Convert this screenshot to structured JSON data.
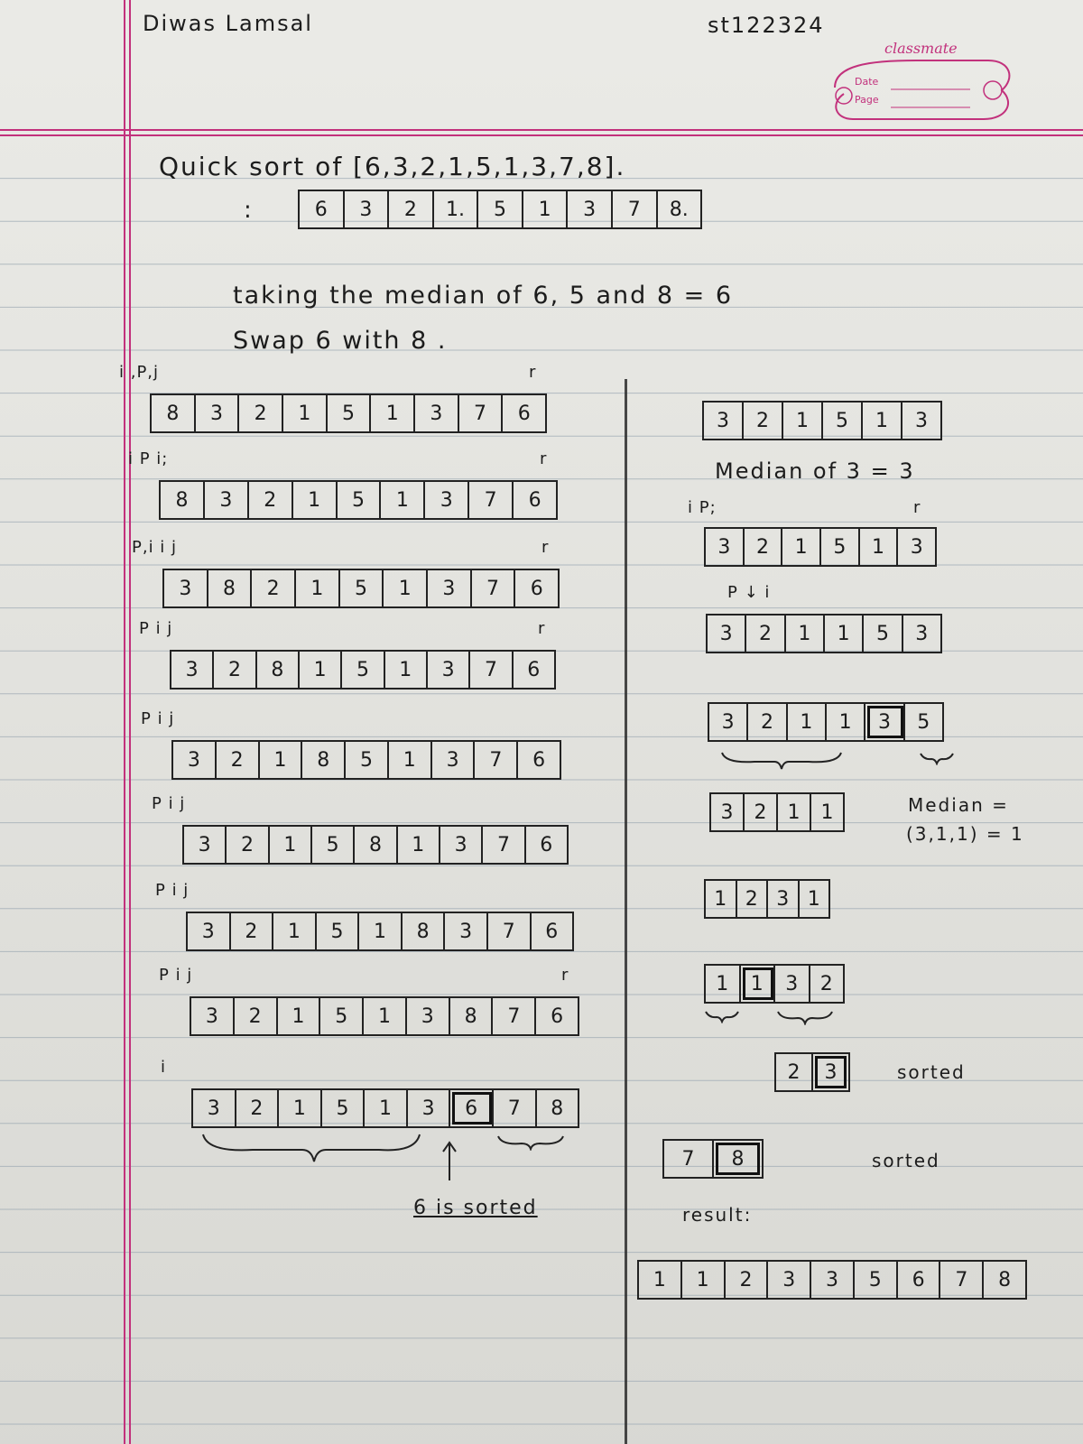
{
  "header": {
    "name": "Diwas Lamsal",
    "id": "st122324",
    "brand": "classmate",
    "date_label": "Date",
    "page_label": "Page"
  },
  "title": "Quick sort of [6,3,2,1,5,1,3,7,8].",
  "title_colon": ":",
  "initial_array": [
    "6",
    "3",
    "2",
    "1.",
    "5",
    "1",
    "3",
    "7",
    "8."
  ],
  "median_line": "taking the median of 6, 5 and 8 = 6",
  "swap_line": "Swap 6 with 8 .",
  "left_steps": [
    {
      "pointers": "i ,P,j",
      "right_ptr": "r",
      "cells": [
        "8",
        "3",
        "2",
        "1",
        "5",
        "1",
        "3",
        "7",
        "6"
      ]
    },
    {
      "pointers": "i P i;",
      "right_ptr": "r",
      "cells": [
        "8",
        "3",
        "2",
        "1",
        "5",
        "1",
        "3",
        "7",
        "6"
      ]
    },
    {
      "pointers": "P,i  i  j",
      "right_ptr": "r",
      "cells": [
        "3",
        "8",
        "2",
        "1",
        "5",
        "1",
        "3",
        "7",
        "6"
      ]
    },
    {
      "pointers": "P    i  j",
      "right_ptr": "r",
      "cells": [
        "3",
        "2",
        "8",
        "1",
        "5",
        "1",
        "3",
        "7",
        "6"
      ]
    },
    {
      "pointers": "P      i   j",
      "right_ptr": "",
      "cells": [
        "3",
        "2",
        "1",
        "8",
        "5",
        "1",
        "3",
        "7",
        "6"
      ]
    },
    {
      "pointers": "P        i    j",
      "right_ptr": "",
      "cells": [
        "3",
        "2",
        "1",
        "5",
        "8",
        "1",
        "3",
        "7",
        "6"
      ]
    },
    {
      "pointers": "P          i   j",
      "right_ptr": "",
      "cells": [
        "3",
        "2",
        "1",
        "5",
        "1",
        "8",
        "3",
        "7",
        "6"
      ]
    },
    {
      "pointers": "P             i    j",
      "right_ptr": "r",
      "cells": [
        "3",
        "2",
        "1",
        "5",
        "1",
        "3",
        "8",
        "7",
        "6"
      ]
    },
    {
      "pointers": "i",
      "right_ptr": "",
      "cells": [
        "3",
        "2",
        "1",
        "5",
        "1",
        "3",
        "6",
        "7",
        "8"
      ]
    }
  ],
  "six_sorted": "6 is sorted",
  "right": {
    "sub_array": [
      "3",
      "2",
      "1",
      "5",
      "1",
      "3"
    ],
    "median_text": "Median of 3 = 3",
    "step1_pointers": "i  P;",
    "step1_r": "r",
    "step1": [
      "3",
      "2",
      "1",
      "5",
      "1",
      "3"
    ],
    "step2_pointers": "P        ↓    i",
    "step2": [
      "3",
      "2",
      "1",
      "1",
      "5",
      "3"
    ],
    "step3": [
      "3",
      "2",
      "1",
      "1",
      "3",
      "5"
    ],
    "step4": [
      "3",
      "2",
      "1",
      "1"
    ],
    "median2_label": "Median =",
    "median2_value": "(3,1,1) = 1",
    "step5": [
      "1",
      "2",
      "3",
      "1"
    ],
    "step6": [
      "1",
      "1",
      "3",
      "2"
    ],
    "step7": [
      "2",
      "3"
    ],
    "sorted_a": "sorted",
    "step8": [
      "7",
      "8"
    ],
    "sorted_b": "sorted",
    "result_label": "result:",
    "result": [
      "1",
      "1",
      "2",
      "3",
      "3",
      "5",
      "6",
      "7",
      "8"
    ]
  },
  "colors": {
    "ink": "#1c1c1c",
    "margin": "#c2317c",
    "rule": "#9aa7b2"
  }
}
